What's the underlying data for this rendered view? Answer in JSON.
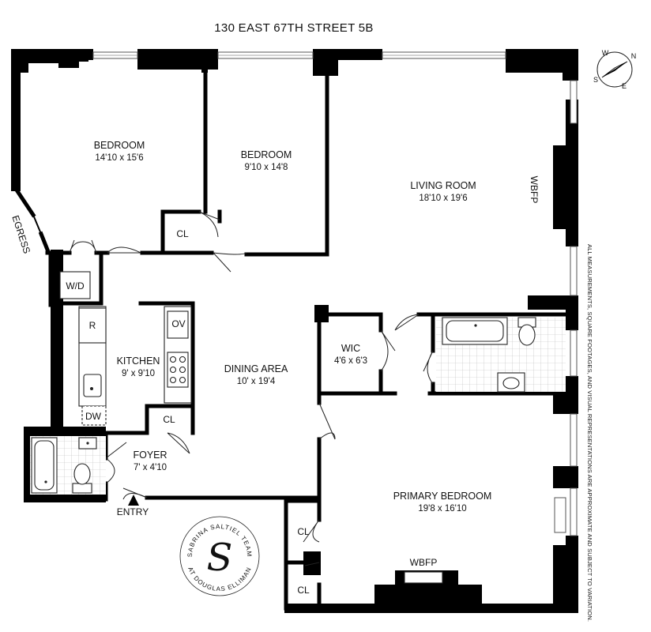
{
  "header": {
    "title": "130 EAST  67TH STREET 5B"
  },
  "rooms": {
    "bedroom1": {
      "name": "BEDROOM",
      "size": "14'10 x 15'6"
    },
    "bedroom2": {
      "name": "BEDROOM",
      "size": "9'10 x 14'8"
    },
    "living": {
      "name": "LIVING ROOM",
      "size": "18'10 x 19'6"
    },
    "kitchen": {
      "name": "KITCHEN",
      "size": "9' x 9'10"
    },
    "dining": {
      "name": "DINING AREA",
      "size": "10' x 19'4"
    },
    "wic": {
      "name": "WIC",
      "size": "4'6 x 6'3"
    },
    "foyer": {
      "name": "FOYER",
      "size": "7' x 4'10"
    },
    "primary": {
      "name": "PRIMARY BEDROOM",
      "size": "19'8 x 16'10"
    }
  },
  "labels": {
    "cl": "CL",
    "wd": "W/D",
    "r": "R",
    "ov": "OV",
    "dw": "DW",
    "wbfp": "WBFP",
    "egress": "EGRESS",
    "entry": "ENTRY"
  },
  "logo": {
    "top_text": "SABRINA SALTIEL TEAM",
    "bottom_text": "AT DOUGLAS ELLIMAN",
    "monogram": "S"
  },
  "compass": {
    "n": "N",
    "e": "E",
    "s": "S",
    "w": "W"
  },
  "disclaimer": "ALL MEASUREMENTS, SQUARE FOOTAGES, AND VISUAL REPRESENTATIONS ARE APPROXIMATE AND SUBJECT TO VARIATION."
}
